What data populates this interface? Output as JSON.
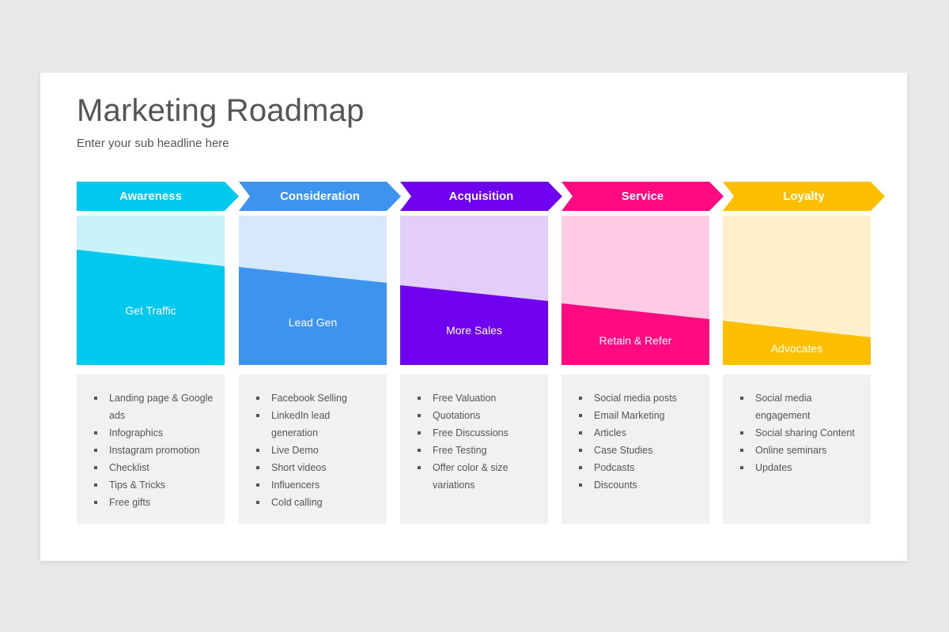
{
  "title": "Marketing Roadmap",
  "subtitle": "Enter your sub headline here",
  "stages": [
    {
      "name": "Awareness",
      "goal": "Get Traffic",
      "color": "#00c9ee",
      "light": "#c8f3fa",
      "items": [
        "Landing page & Google ads",
        "Infographics",
        "Instagram promotion",
        "Checklist",
        "Tips & Tricks",
        "Free gifts"
      ]
    },
    {
      "name": "Consideration",
      "goal": "Lead Gen",
      "color": "#3d94f0",
      "light": "#d6e8fb",
      "items": [
        "Facebook Selling",
        "LinkedIn lead generation",
        "Live Demo",
        "Short videos",
        "Influencers",
        "Cold calling"
      ]
    },
    {
      "name": "Acquisition",
      "goal": "More Sales",
      "color": "#7000f0",
      "light": "#e2cdfb",
      "items": [
        "Free Valuation",
        "Quotations",
        "Free Discussions",
        "Free Testing",
        "Offer color & size variations"
      ]
    },
    {
      "name": "Service",
      "goal": "Retain & Refer",
      "color": "#ff0a80",
      "light": "#fdcbe3",
      "items": [
        "Social media posts",
        "Email Marketing",
        "Articles",
        "Case Studies",
        "Podcasts",
        "Discounts"
      ]
    },
    {
      "name": "Loyalty",
      "goal": "Advocates",
      "color": "#fdbf00",
      "light": "#fff0cb",
      "items": [
        "Social media engagement",
        "Social sharing Content",
        "Online seminars",
        "Updates"
      ]
    }
  ]
}
